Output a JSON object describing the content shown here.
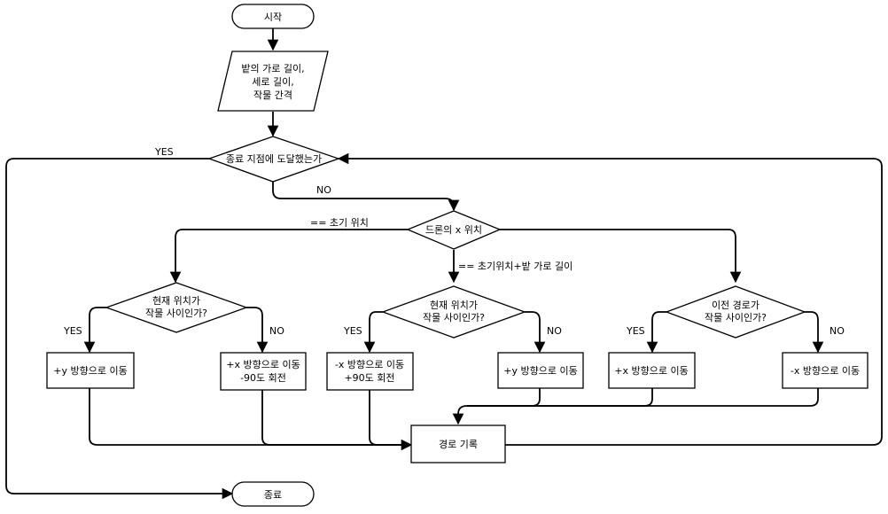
{
  "nodes": {
    "start": "시작",
    "input": [
      "밭의 가로 길이,",
      "세로 길이,",
      "작물 간격"
    ],
    "end_check": "종료 지점에 도달했는가",
    "drone_x": "드론의 x 위치",
    "left_check": [
      "현재 위치가",
      "작물 사이인가?"
    ],
    "mid_check": [
      "현재 위치가",
      "작물 사이인가?"
    ],
    "right_check": [
      "이전 경로가",
      "작물 사이인가?"
    ],
    "move_py": "+y 방향으로 이동",
    "move_px_rot": [
      "+x 방향으로 이동",
      "-90도 회전"
    ],
    "move_nx_rot": [
      "-x 방향으로 이동",
      "+90도 회전"
    ],
    "move_py2": "+y 방향으로 이동",
    "move_px": "+x 방향으로 이동",
    "move_nx": "-x 방향으로 이동",
    "record": "경로 기록",
    "end": "종료"
  },
  "edge_labels": {
    "yes_top": "YES",
    "no_top": "NO",
    "eq_initial": "== 초기 위치",
    "eq_initial_plus": "== 초기위치+밭 가로 길이",
    "yes_left": "YES",
    "no_left": "NO",
    "yes_mid": "YES",
    "no_mid": "NO",
    "yes_right": "YES",
    "no_right": "NO"
  }
}
